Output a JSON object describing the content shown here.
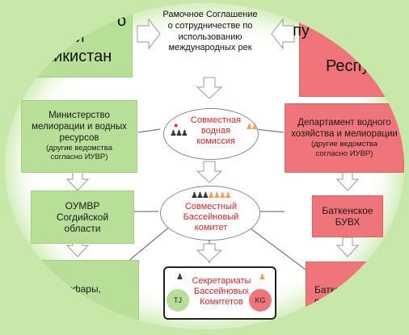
{
  "top_agreement": "Рамочное Соглашение\nо сотрудничестве по\nиспользованию\nмеждународных рек",
  "left_title": "ублики\nджикистан",
  "left_title_top": "о",
  "right_title": "Кыргы\nРеспубли",
  "right_title_top": "пу",
  "left_ministry": "Министерство\nмелиорации и водных\nресурсов",
  "left_ministry_note": "(другие ведомства\nсогласно ИУВР)",
  "right_department": "Департамент водного\nхозяйства и мелиорации",
  "right_department_note": "(другие ведомства\nсогласно ИУВР)",
  "left_oumvr": "ОУМВР\nСогдийской\nобласти",
  "right_buvh": "Баткенское\nБУВХ",
  "left_bottom": "созы Исфары,\nа, Ходжа-",
  "right_bottom": "Баткен, Ле\nрайо",
  "joint_commission": "Совместная\nводная\nкомиссия",
  "joint_basin": "Совместный\nБассейновый\nкомитет",
  "secretariats": "Секретариаты\nБассейновых\nКомитетов",
  "badge_tj": "TJ",
  "badge_kg": "KG",
  "colors": {
    "green": "#b8df98",
    "red": "#f0757a",
    "accent_text": "#e0242b",
    "background": "#c8e8a9"
  }
}
